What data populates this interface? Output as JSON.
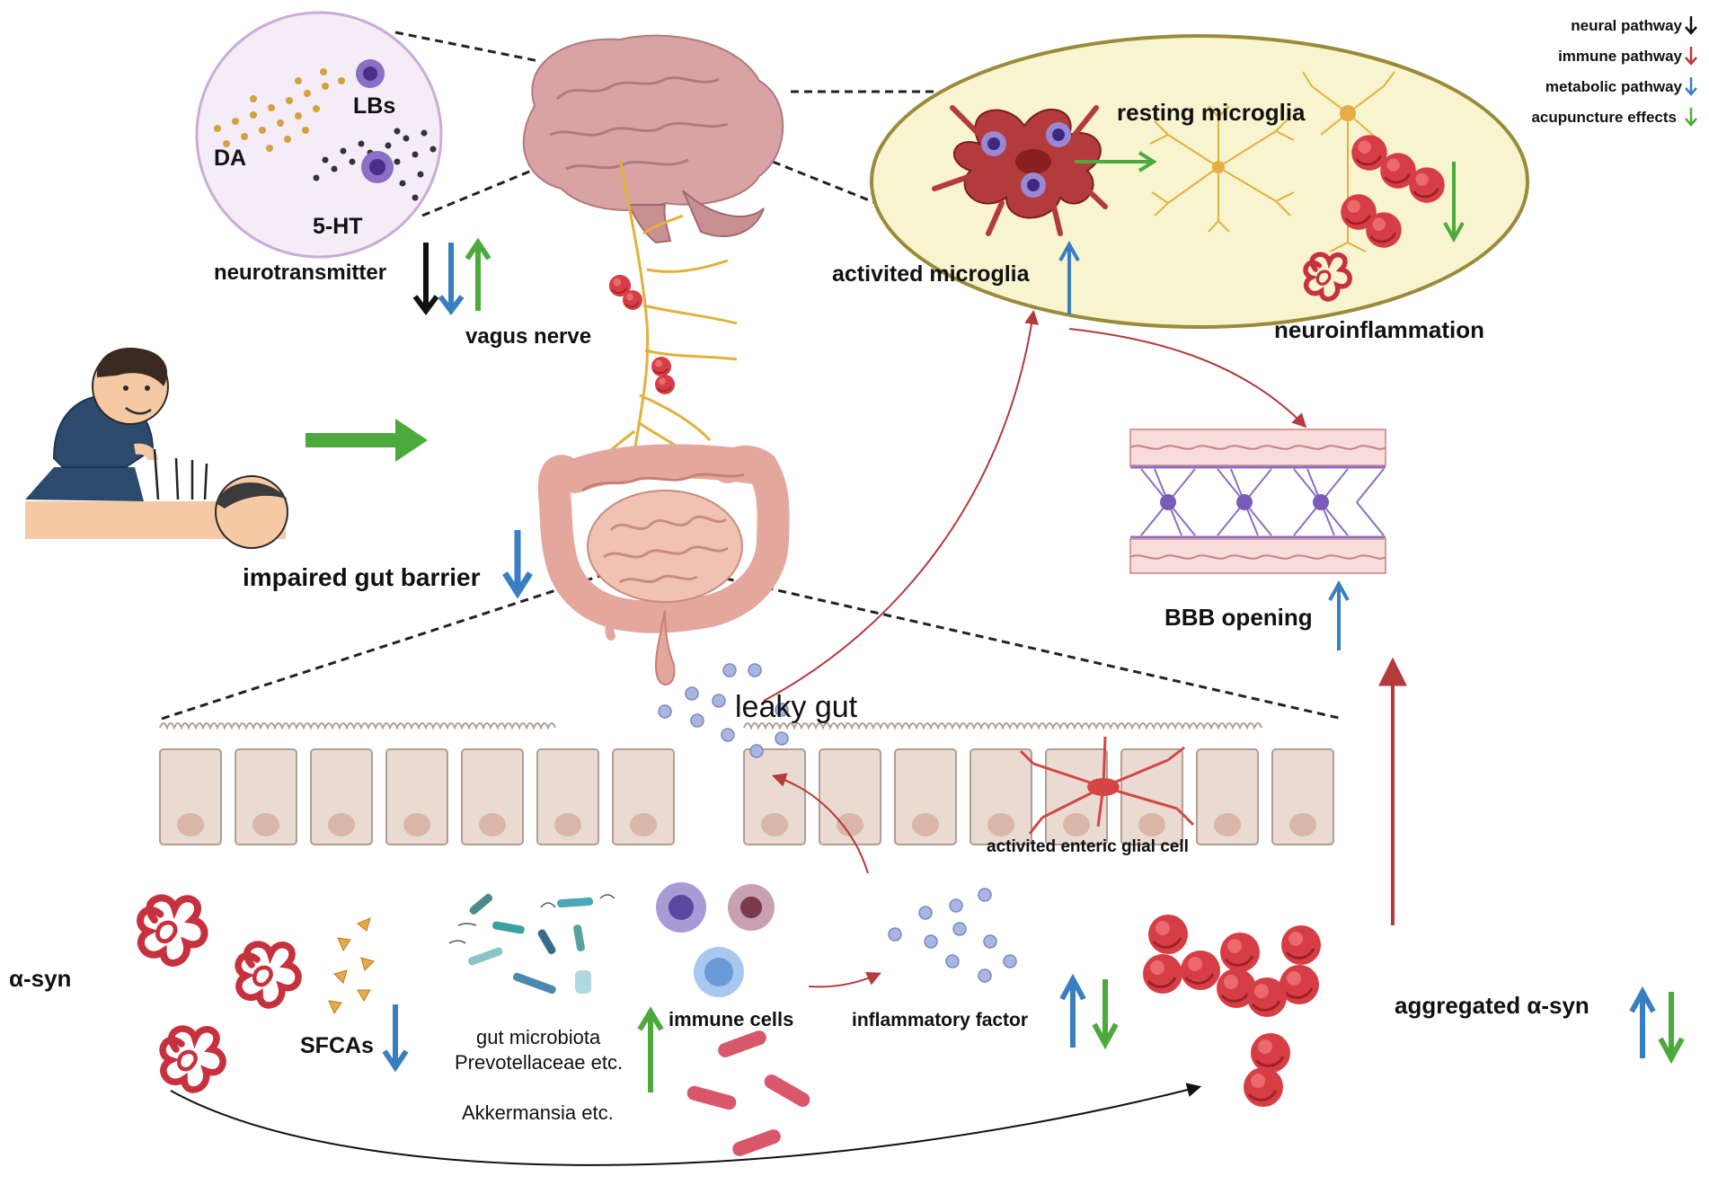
{
  "legend": {
    "neural": "neural pathway",
    "immune": "immune pathway",
    "metabolic": "metabolic pathway",
    "acupuncture": "acupuncture effects"
  },
  "colors": {
    "neural": "#111111",
    "immune": "#b53a3a",
    "metabolic": "#3a7ec2",
    "acupuncture": "#4caa3c",
    "brain": "#d9a3a6",
    "gut": "#e9b3a8",
    "vagus": "#e2b13c",
    "cell": "#eadbd2",
    "microglia_panel": "#f8f4d0",
    "alpha_syn": "#c7303d"
  },
  "labels": {
    "lbs": "LBs",
    "da": "DA",
    "ht5": "5-HT",
    "neurotransmitter": "neurotransmitter",
    "vagus_nerve": "vagus nerve",
    "resting_microglia": "resting microglia",
    "activated_microglia": "activited microglia",
    "neuroinflammation": "neuroinflammation",
    "bbb_opening": "BBB opening",
    "impaired_gut_barrier": "impaired gut barrier",
    "leaky_gut": "leaky gut",
    "enteric_glial": "activited enteric glial cell",
    "alpha_syn": "α-syn",
    "sfcas": "SFCAs",
    "gut_microbiota": "gut microbiota",
    "prevotellaceae": "Prevotellaceae etc.",
    "akkermansia": "Akkermansia etc.",
    "immune_cells": "immune cells",
    "inflammatory_factor": "inflammatory factor",
    "aggregated_alpha_syn": "aggregated α-syn"
  }
}
